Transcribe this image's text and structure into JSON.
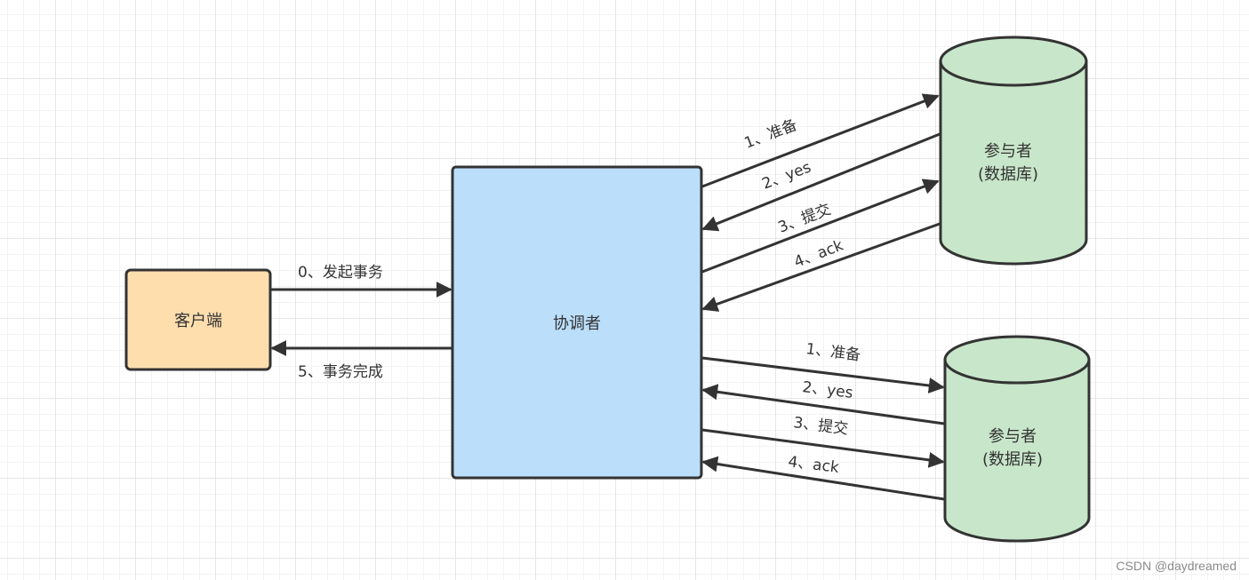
{
  "nodes": {
    "client": {
      "label": "客户端"
    },
    "coordinator": {
      "label": "协调者"
    },
    "participant_top": {
      "line1": "参与者",
      "line2": "(数据库)"
    },
    "participant_bottom": {
      "line1": "参与者",
      "line2": "(数据库)"
    }
  },
  "edges": {
    "start_txn": "0、发起事务",
    "done_txn": "5、事务完成",
    "top": {
      "prepare": "1、准备",
      "yes": "2、yes",
      "commit": "3、提交",
      "ack": "4、ack"
    },
    "bottom": {
      "prepare": "1、准备",
      "yes": "2、yes",
      "commit": "3、提交",
      "ack": "4、ack"
    }
  },
  "watermark": "CSDN @daydreamed",
  "colors": {
    "client_fill": "#ffdeae",
    "coordinator_fill": "#bbdefa",
    "participant_fill": "#c8e6ca",
    "stroke": "#333333"
  }
}
